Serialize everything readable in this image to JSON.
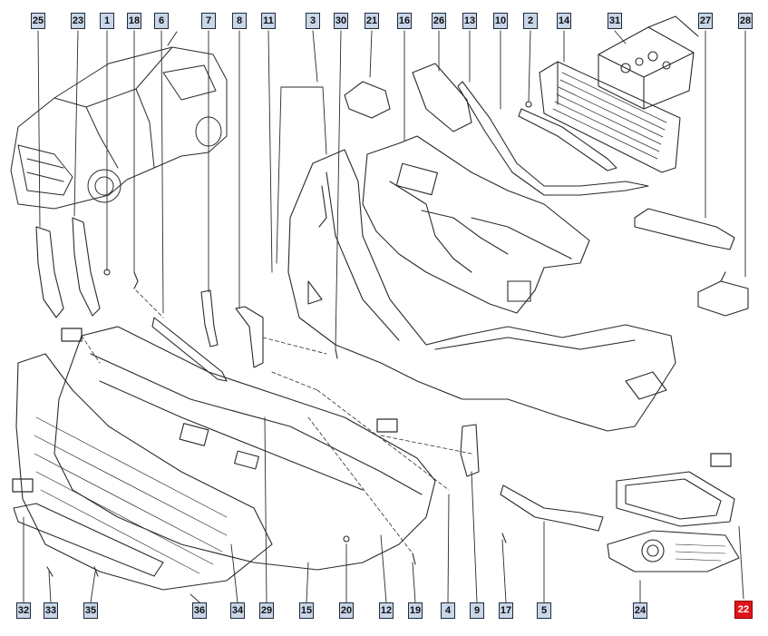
{
  "callouts": {
    "top": [
      "25",
      "23",
      "1",
      "18",
      "6",
      "7",
      "8",
      "11",
      "3",
      "30",
      "21",
      "16",
      "26",
      "13",
      "10",
      "2",
      "14",
      "31",
      "27",
      "28"
    ],
    "bottom": [
      "32",
      "33",
      "35",
      "36",
      "34",
      "29",
      "15",
      "20",
      "12",
      "19",
      "4",
      "9",
      "17",
      "5",
      "24",
      "22"
    ]
  },
  "highlighted": "22",
  "colors": {
    "callout_fill": "#c8d6e8",
    "highlight": "#e0141b",
    "line": "#2a2a2a"
  }
}
